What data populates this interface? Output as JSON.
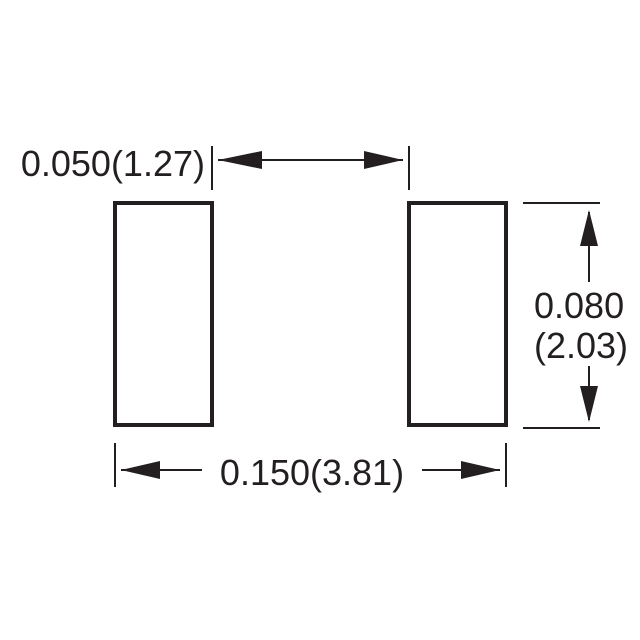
{
  "title": "",
  "colors": {
    "ink": "#231f20",
    "background": "#ffffff"
  },
  "dimensions": {
    "pad_gap": "0.050(1.27)",
    "pad_height_inch": "0.080",
    "pad_height_mm": "(2.03)",
    "overall_width": "0.150(3.81)"
  }
}
